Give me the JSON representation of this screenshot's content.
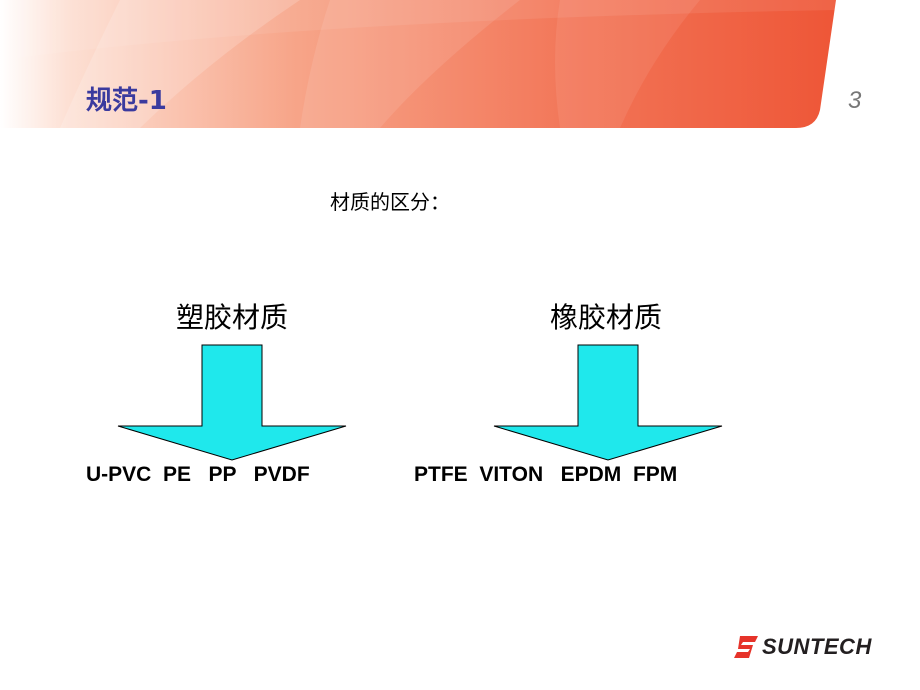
{
  "header": {
    "title": "规范-1",
    "page_number": "3"
  },
  "body": {
    "subtitle": "材质的区分：",
    "groups": [
      {
        "heading": "塑胶材质",
        "materials": "U-PVC  PE   PP   PVDF"
      },
      {
        "heading": "橡胶材质",
        "materials": "PTFE  VITON   EPDM  FPM"
      }
    ]
  },
  "footer": {
    "logo_text": "SUNTECH"
  },
  "colors": {
    "banner_light": "#fbd6c4",
    "banner_dark": "#ef5a3c",
    "title": "#3a3a9e",
    "arrow_fill": "#1fe8ec",
    "logo_red": "#e6332a"
  }
}
